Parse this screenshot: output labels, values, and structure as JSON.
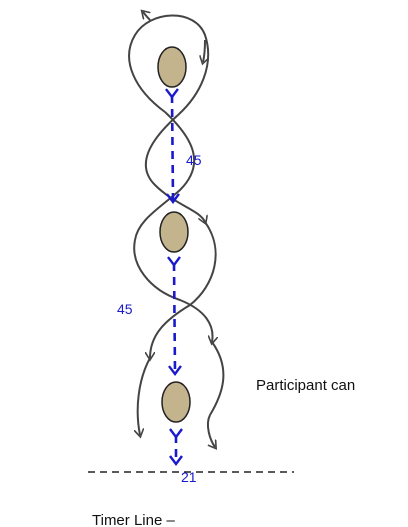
{
  "diagram": {
    "distance_labels": [
      "45",
      "45",
      "21"
    ],
    "participant_note": "Participant can",
    "timer_label": "Timer Line –",
    "colors": {
      "cone_fill": "#c4b48e",
      "cone_stroke": "#222222",
      "path_stroke": "#444444",
      "distance_arrow": "#1a1acc",
      "timer_line": "#222222"
    },
    "icons": [
      "cone-icon",
      "curved-arrow-path",
      "dashed-double-arrow"
    ]
  }
}
